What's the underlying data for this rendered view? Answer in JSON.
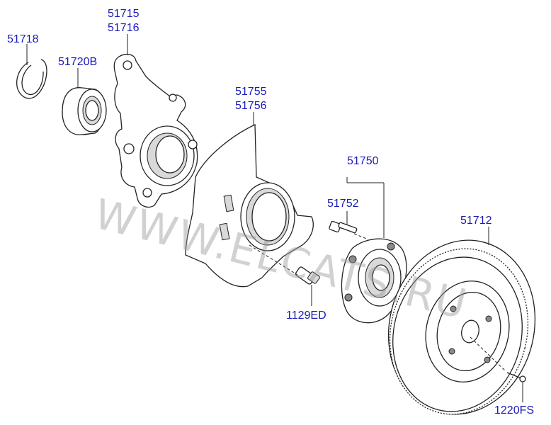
{
  "watermark": "WWW.ELCATS.RU",
  "part_labels": {
    "p51718": "51718",
    "p51715": "51715",
    "p51716": "51716",
    "p51720b": "51720B",
    "p51755": "51755",
    "p51756": "51756",
    "p51750": "51750",
    "p51752": "51752",
    "p51712": "51712",
    "p1129ed": "1129ED",
    "p1220fs": "1220FS"
  },
  "colors": {
    "label": "#1a1ab8",
    "line": "#222222",
    "watermark": "#9a9a9a"
  }
}
